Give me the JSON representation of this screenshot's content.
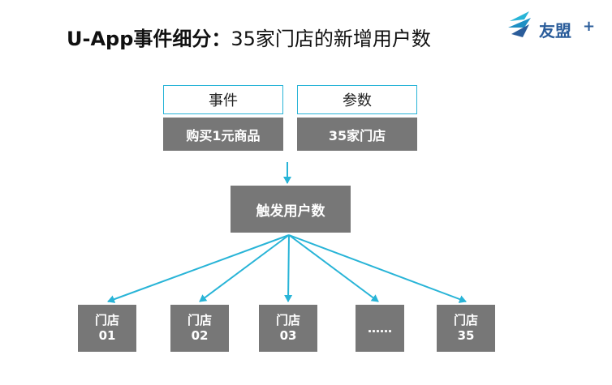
{
  "title": {
    "bold": "U-App事件细分：",
    "light": "35家门店的新增用户数"
  },
  "logo": {
    "text": "友盟",
    "plus": "+"
  },
  "event": {
    "header": "事件",
    "value": "购买1元商品"
  },
  "param": {
    "header": "参数",
    "value": "35家门店"
  },
  "center": {
    "label": "触发用户数"
  },
  "stores": [
    {
      "line1": "门店",
      "line2": "01"
    },
    {
      "line1": "门店",
      "line2": "02"
    },
    {
      "line1": "门店",
      "line2": "03"
    },
    {
      "line1": "",
      "line2": "……"
    },
    {
      "line1": "门店",
      "line2": "35"
    }
  ],
  "colors": {
    "accent": "#28b4d7",
    "box": "#777777",
    "logo": "#2a5c9a"
  }
}
